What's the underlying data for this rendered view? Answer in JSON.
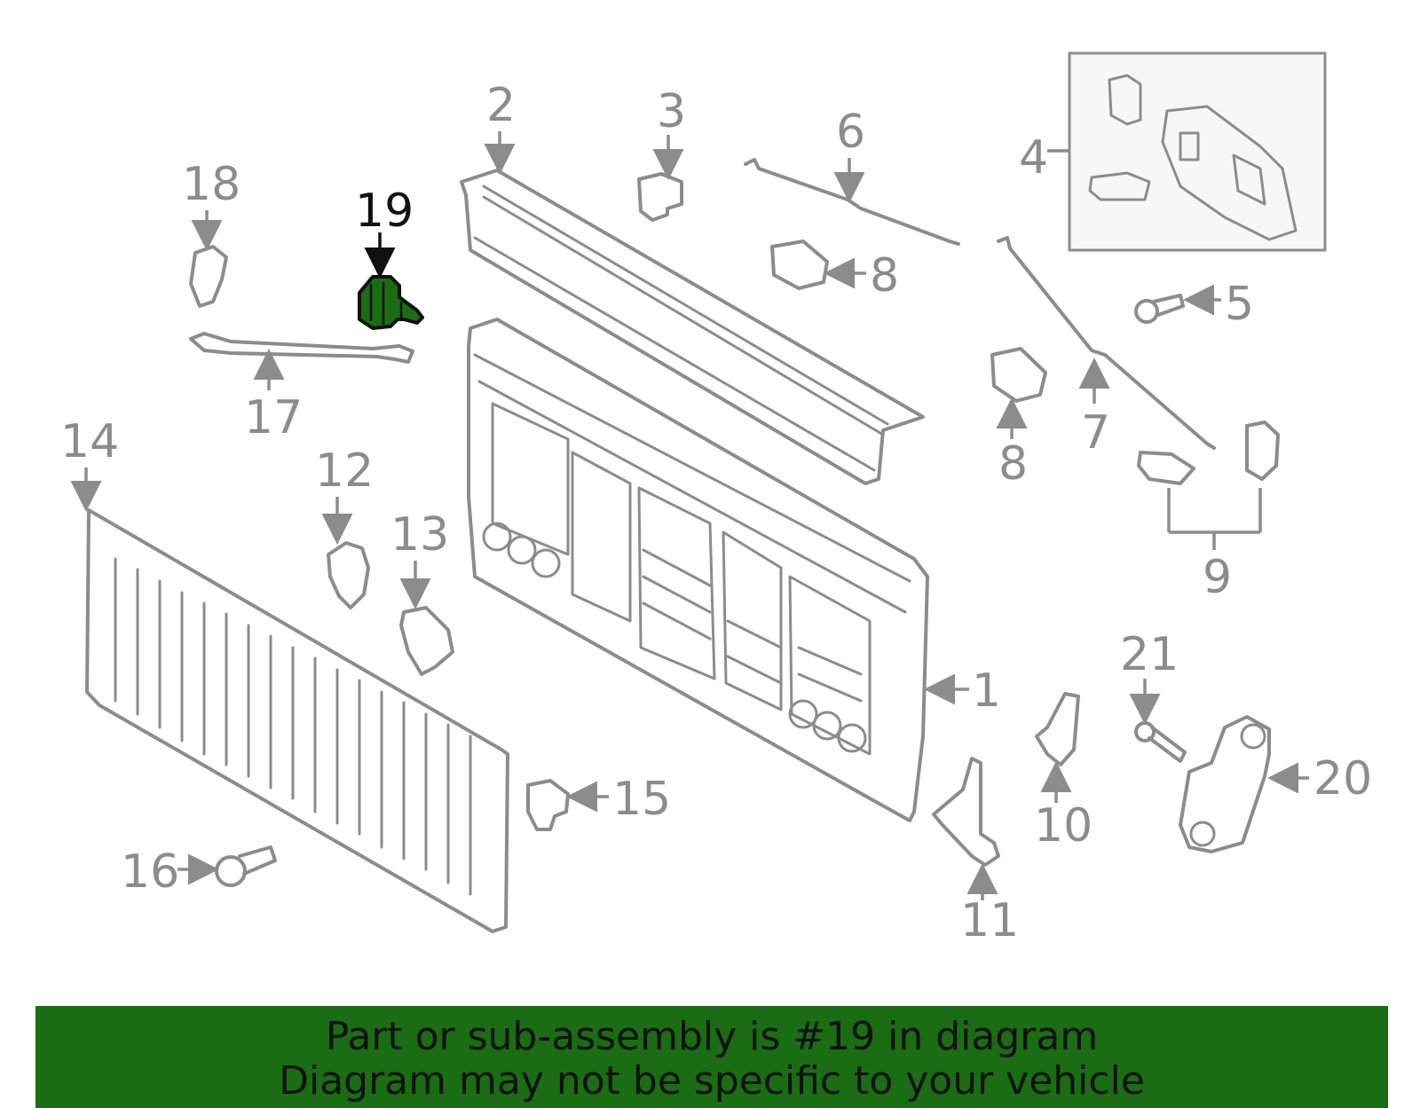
{
  "highlight_color": "#1a6d12",
  "callouts": [
    {
      "id": "c1",
      "label": "1"
    },
    {
      "id": "c2",
      "label": "2"
    },
    {
      "id": "c3",
      "label": "3"
    },
    {
      "id": "c4",
      "label": "4"
    },
    {
      "id": "c5",
      "label": "5"
    },
    {
      "id": "c6",
      "label": "6"
    },
    {
      "id": "c7",
      "label": "7"
    },
    {
      "id": "c8a",
      "label": "8"
    },
    {
      "id": "c8b",
      "label": "8"
    },
    {
      "id": "c9",
      "label": "9"
    },
    {
      "id": "c10",
      "label": "10"
    },
    {
      "id": "c11",
      "label": "11"
    },
    {
      "id": "c12",
      "label": "12"
    },
    {
      "id": "c13",
      "label": "13"
    },
    {
      "id": "c14",
      "label": "14"
    },
    {
      "id": "c15",
      "label": "15"
    },
    {
      "id": "c16",
      "label": "16"
    },
    {
      "id": "c17",
      "label": "17"
    },
    {
      "id": "c18",
      "label": "18"
    },
    {
      "id": "c19",
      "label": "19"
    },
    {
      "id": "c20",
      "label": "20"
    },
    {
      "id": "c21",
      "label": "21"
    }
  ],
  "banner": {
    "line1": "Part or sub-assembly is #19 in diagram",
    "line2": "Diagram may not be specific to your vehicle"
  }
}
